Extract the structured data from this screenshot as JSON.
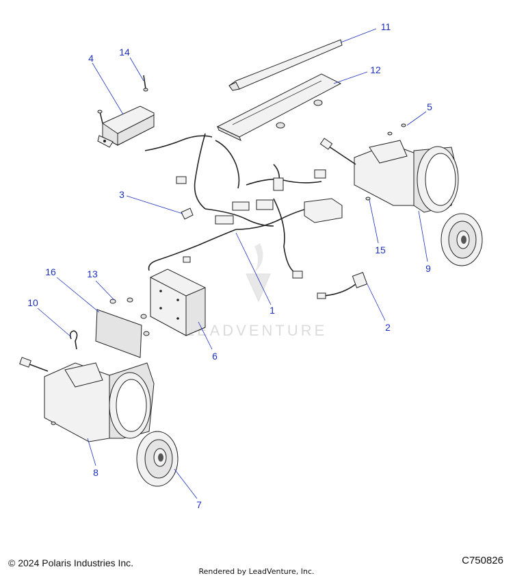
{
  "callouts": [
    "1",
    "2",
    "3",
    "4",
    "5",
    "6",
    "7",
    "8",
    "9",
    "10",
    "11",
    "12",
    "13",
    "14",
    "15",
    "16"
  ],
  "watermark": {
    "text": "LEADVENTURE"
  },
  "footer": {
    "copyright": "© 2024 Polaris Industries Inc.",
    "rendered_by": "Rendered by LeadVenture, Inc.",
    "diagram_code": "C750826"
  },
  "colors": {
    "callout": "#1a2fbf",
    "line": "#222222",
    "watermark": "#d8d8d8"
  }
}
